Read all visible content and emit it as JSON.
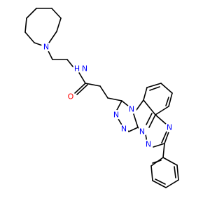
{
  "molecule": {
    "colors": {
      "bond": "#000000",
      "nitrogen": "#0000ff",
      "oxygen": "#ff0000",
      "background": "#ffffff"
    },
    "atoms": {
      "n_azepane": {
        "label": "N",
        "element": "N"
      },
      "n_amide": {
        "label": "N",
        "element": "N"
      },
      "h_amide": {
        "label": "H",
        "element": "N"
      },
      "o_carbonyl": {
        "label": "O",
        "element": "O"
      },
      "n_t1a": {
        "label": "N",
        "element": "N"
      },
      "n_t1b": {
        "label": "N",
        "element": "N"
      },
      "n_fused_1": {
        "label": "N",
        "element": "N"
      },
      "n_fused_2": {
        "label": "N",
        "element": "N"
      },
      "n_t2a": {
        "label": "N",
        "element": "N"
      },
      "n_t2b": {
        "label": "N",
        "element": "N"
      }
    }
  }
}
